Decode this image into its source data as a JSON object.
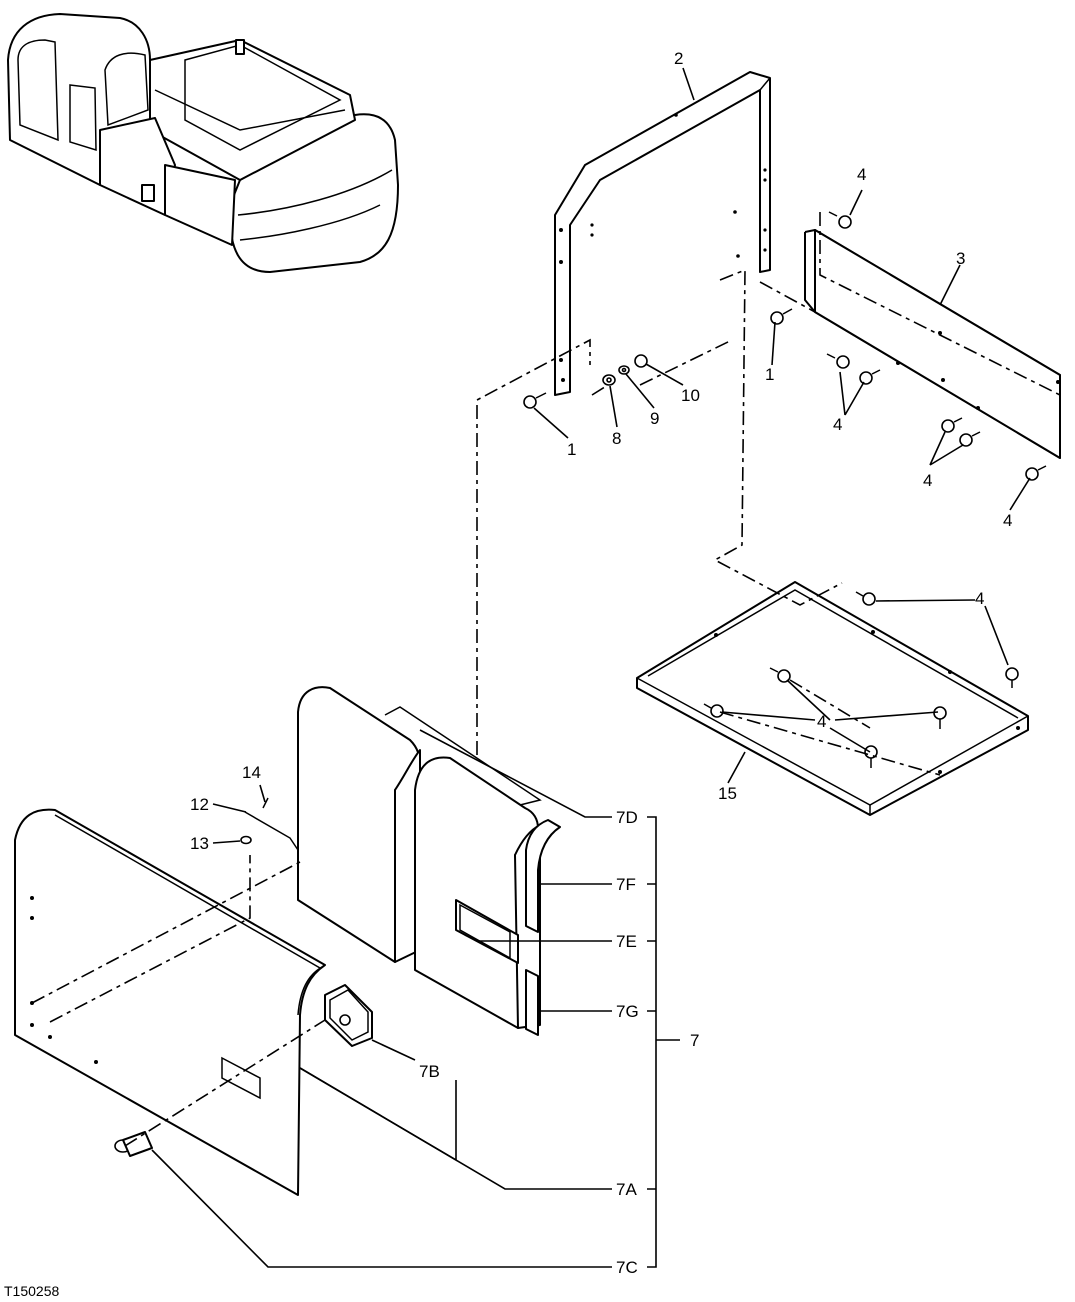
{
  "figure_code": "T150258",
  "callouts": {
    "c1a": "1",
    "c1b": "1",
    "c2": "2",
    "c3": "3",
    "c4a": "4",
    "c4b": "4",
    "c4c": "4",
    "c4d": "4",
    "c4e": "4",
    "c4f": "4",
    "c7": "7",
    "c7a": "7A",
    "c7b": "7B",
    "c7c": "7C",
    "c7d": "7D",
    "c7e": "7E",
    "c7f": "7F",
    "c7g": "7G",
    "c8": "8",
    "c9": "9",
    "c10": "10",
    "c12": "12",
    "c13": "13",
    "c14": "14",
    "c15": "15"
  }
}
